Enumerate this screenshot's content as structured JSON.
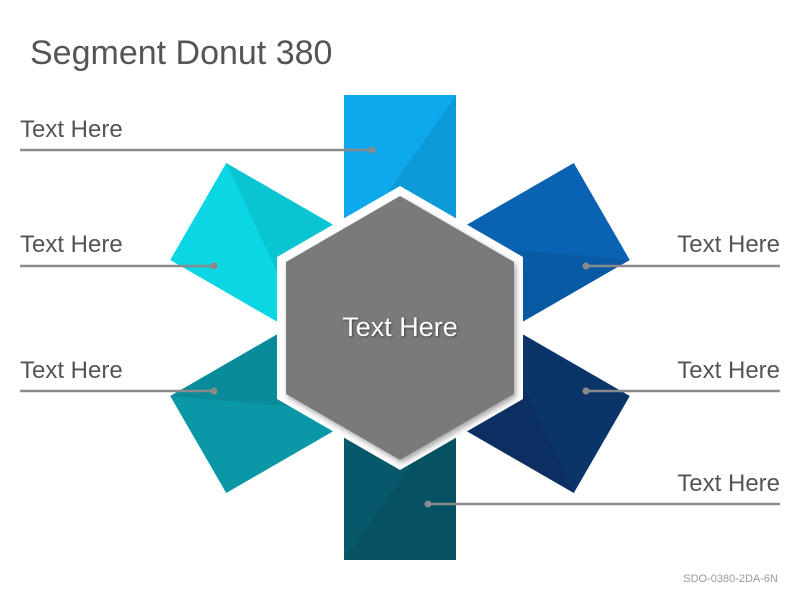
{
  "title": "Segment Donut 380",
  "center_label": "Text Here",
  "labels": {
    "left_top": "Text Here",
    "left_middle": "Text Here",
    "left_bottom": "Text Here",
    "right_top": "Text Here",
    "right_middle": "Text Here",
    "right_bottom": "Text Here"
  },
  "footer_code": "SDO-0380-2DA-6N",
  "colors": {
    "segment_top": "#0ea8ec",
    "segment_top_right": "#0a62b3",
    "segment_bottom_right": "#0b3469",
    "segment_bottom": "#07586a",
    "segment_bottom_left": "#0a97a6",
    "segment_top_left": "#0ad6e4",
    "hexagon": "#7a7a7a",
    "leader_line": "#8a8a8a",
    "text": "#555555"
  }
}
